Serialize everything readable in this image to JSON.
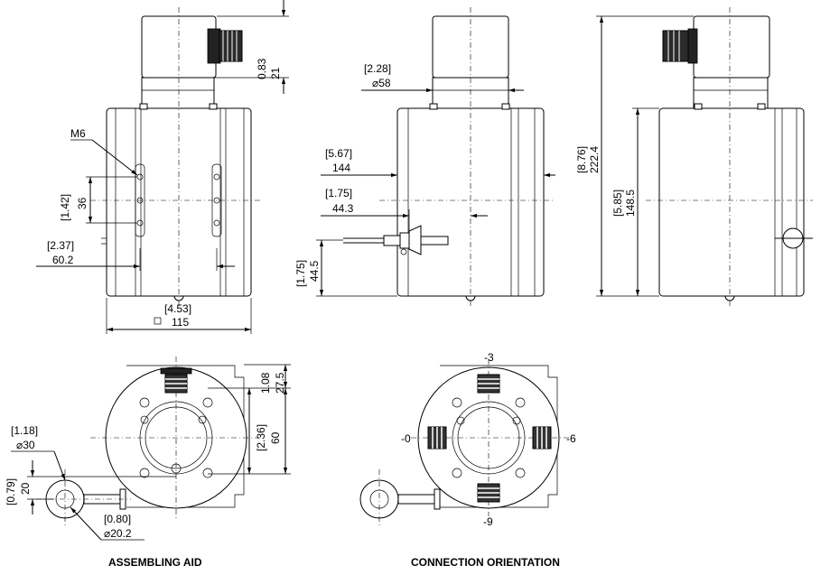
{
  "views": {
    "front": {
      "labels": {
        "thread": "M6",
        "cap_height_in": "0.83",
        "cap_height_mm": "21",
        "hole_pitch_in": "[1.42]",
        "hole_pitch_mm": "36",
        "hole_span_in": "[2.37]",
        "hole_span_mm": "60.2",
        "width_in": "[4.53]",
        "width_mm": "115"
      }
    },
    "side": {
      "labels": {
        "cap_dia_in": "[2.28]",
        "cap_dia_mm": "⌀58",
        "body_len_in": "[5.67]",
        "body_len_mm": "144",
        "pin_len_in": "[1.75]",
        "pin_len_mm": "44.3",
        "pin_height_in": "[1.75]",
        "pin_height_mm": "44.5"
      }
    },
    "right": {
      "labels": {
        "total_in": "[8.76]",
        "total_mm": "222.4",
        "body_in": "[5.85]",
        "body_mm": "148.5"
      }
    },
    "top_left": {
      "labels": {
        "aid_dia_in": "[1.18]",
        "aid_dia_mm": "⌀30",
        "offset_in": "[0.79]",
        "offset_mm": "20",
        "pin_dia_in": "[0.80]",
        "pin_dia_mm": "⌀20.2",
        "conn_in": "1.08",
        "conn_mm": "27.5",
        "center_in": "[2.36]",
        "center_mm": "60"
      },
      "caption": "ASSEMBLING AID"
    },
    "top_right": {
      "labels": {
        "pos_top": "-3",
        "pos_left": "-0",
        "pos_right": "-6",
        "pos_bottom": "-9"
      },
      "caption": "CONNECTION ORIENTATION"
    }
  }
}
